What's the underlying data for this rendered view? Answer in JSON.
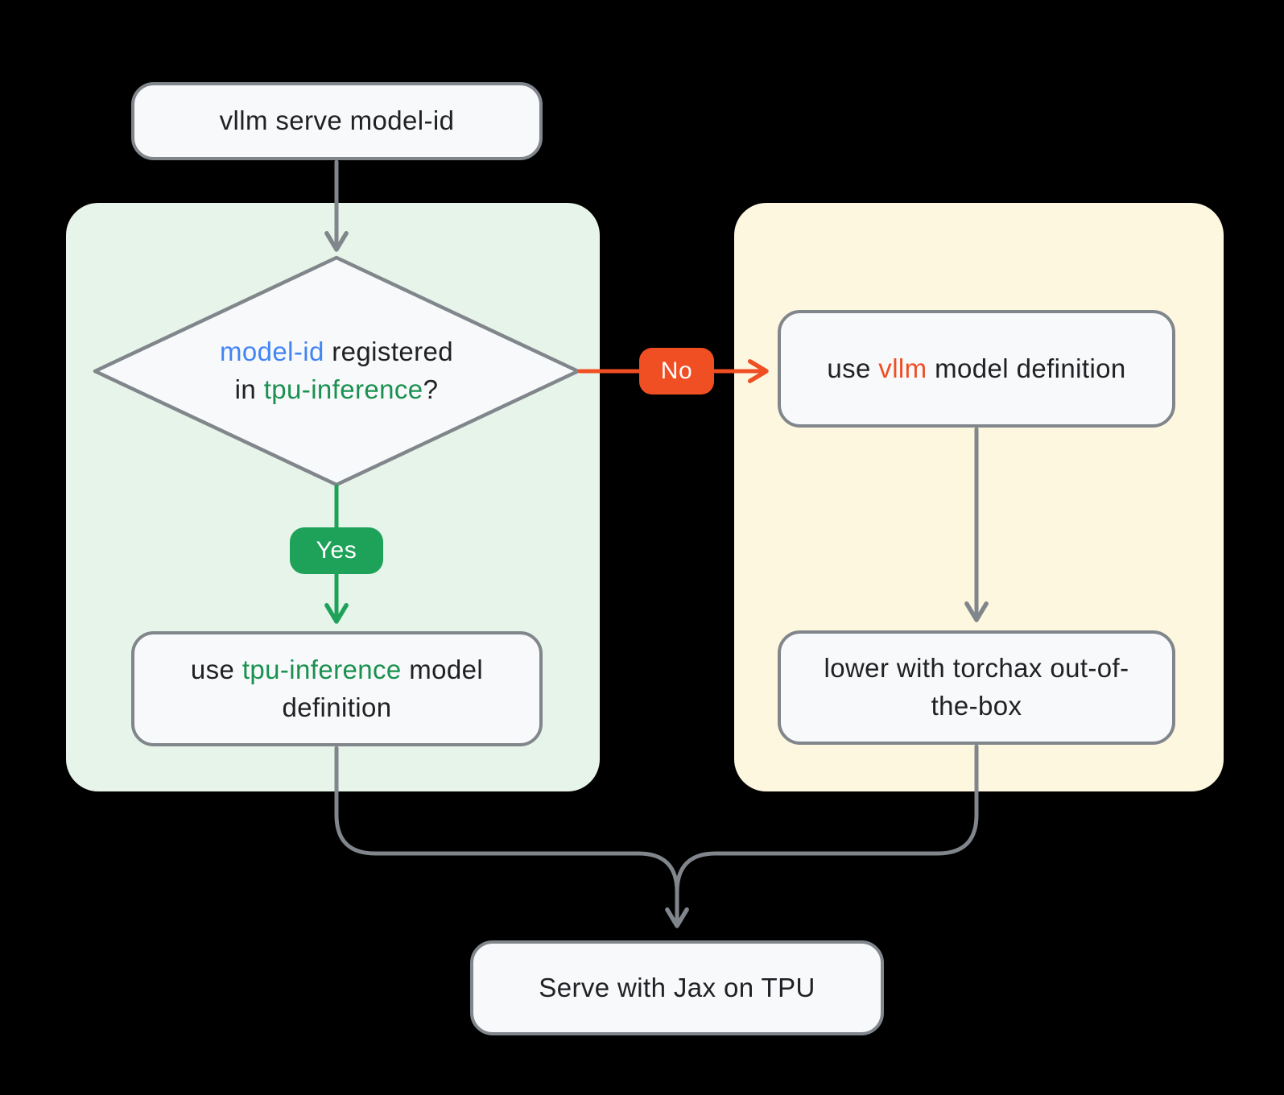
{
  "nodes": {
    "start": {
      "label": "vllm serve model-id"
    },
    "decision": {
      "accent1": "model-id",
      "text1": " registered",
      "text2": "in ",
      "accent2": "tpu-inference",
      "text3": "?"
    },
    "use_tpu_inference": {
      "text1": "use ",
      "accent": "tpu-inference",
      "text2": " model definition"
    },
    "use_vllm": {
      "text1": "use ",
      "accent": "vllm",
      "text2": " model definition"
    },
    "lower_torchax": {
      "label": "lower with torchax out-of-the-box"
    },
    "serve": {
      "label": "Serve with Jax on TPU"
    }
  },
  "edges": {
    "yes": "Yes",
    "no": "No"
  },
  "colors": {
    "background": "#000000",
    "panel_yes_bg": "#E7F4E9",
    "panel_no_bg": "#FDF7E0",
    "node_bg": "#F8F9FA",
    "node_border": "#80868B",
    "connector": "#80868B",
    "green_badge": "#1EA25A",
    "green_text": "#1A9150",
    "orange": "#F04E23",
    "blue": "#4285F4",
    "text": "#202124"
  }
}
